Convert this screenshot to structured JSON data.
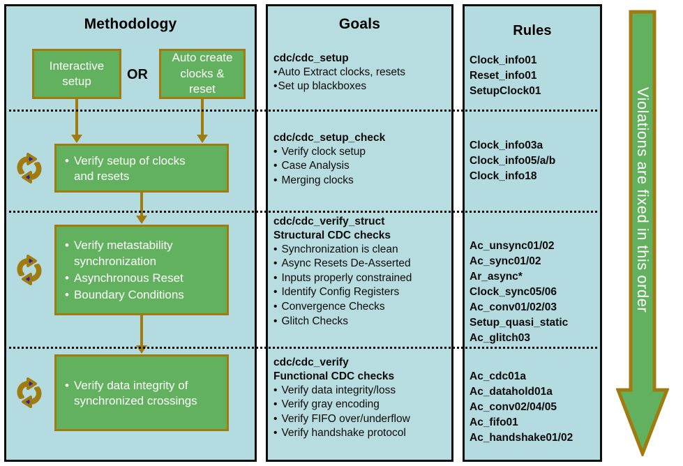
{
  "columns": {
    "methodology": {
      "title": "Methodology",
      "or_label": "OR",
      "boxes": {
        "interactive_setup": "Interactive\nsetup",
        "auto_create": "Auto create\nclocks &\nreset",
        "step1": "Verify setup of clocks\nand  resets",
        "step2_bullets": [
          "Verify metastability\nsynchronization",
          "Asynchronous Reset",
          "Boundary Conditions"
        ],
        "step3": "Verify data integrity of\nsynchronized crossings"
      },
      "icons": {
        "recycle": "recycle-loop-icon"
      }
    },
    "goals": {
      "title": "Goals",
      "sections": [
        {
          "header": "cdc/cdc_setup",
          "items": [
            "Auto Extract clocks, resets",
            "Set up blackboxes"
          ],
          "bullet": "•"
        },
        {
          "header": "cdc/cdc_setup_check",
          "items": [
            "Verify clock setup",
            "Case Analysis",
            "Merging clocks"
          ],
          "bullet": "•"
        },
        {
          "header": "cdc/cdc_verify_struct\n Structural CDC checks",
          "items": [
            "Synchronization is clean",
            "Async Resets De-Asserted",
            "Inputs properly constrained",
            "Identify Config Registers",
            "Convergence Checks",
            "Glitch Checks"
          ],
          "bullet": "•"
        },
        {
          "header": "cdc/cdc_verify\n Functional CDC checks",
          "items": [
            "Verify data integrity/loss",
            "Verify gray encoding",
            "Verify FIFO over/underflow",
            "Verify handshake protocol"
          ],
          "bullet": "•"
        }
      ]
    },
    "rules": {
      "title": "Rules",
      "sections": [
        {
          "rules": [
            "Clock_info01",
            "Reset_info01",
            "SetupClock01"
          ]
        },
        {
          "rules": [
            "Clock_info03a",
            "Clock_info05/a/b",
            "Clock_info18"
          ]
        },
        {
          "rules": [
            "Ac_unsync01/02",
            "Ac_sync01/02",
            "Ar_async*",
            "Clock_sync05/06",
            "Ac_conv01/02/03",
            "Setup_quasi_static",
            "Ac_glitch03"
          ]
        },
        {
          "rules": [
            "Ac_cdc01a",
            "Ac_datahold01a",
            "Ac_conv02/04/05",
            "Ac_fifo01",
            "Ac_handshake01/02"
          ]
        }
      ]
    }
  },
  "side_arrow": {
    "label": "Violations are fixed in this order",
    "icon": "down-arrow-icon"
  },
  "colors": {
    "column_background": "#b4dbe0",
    "box_fill": "#62b15e",
    "box_border": "#a07b10",
    "arrow_fill": "#62b15e",
    "arrow_border": "#a07b10",
    "recycle_outer": "#a07b10",
    "recycle_inner": "#2a23a8",
    "text_dark": "#0a0a0a",
    "text_light": "#ffffff"
  },
  "dividers": [
    157,
    302,
    497
  ]
}
